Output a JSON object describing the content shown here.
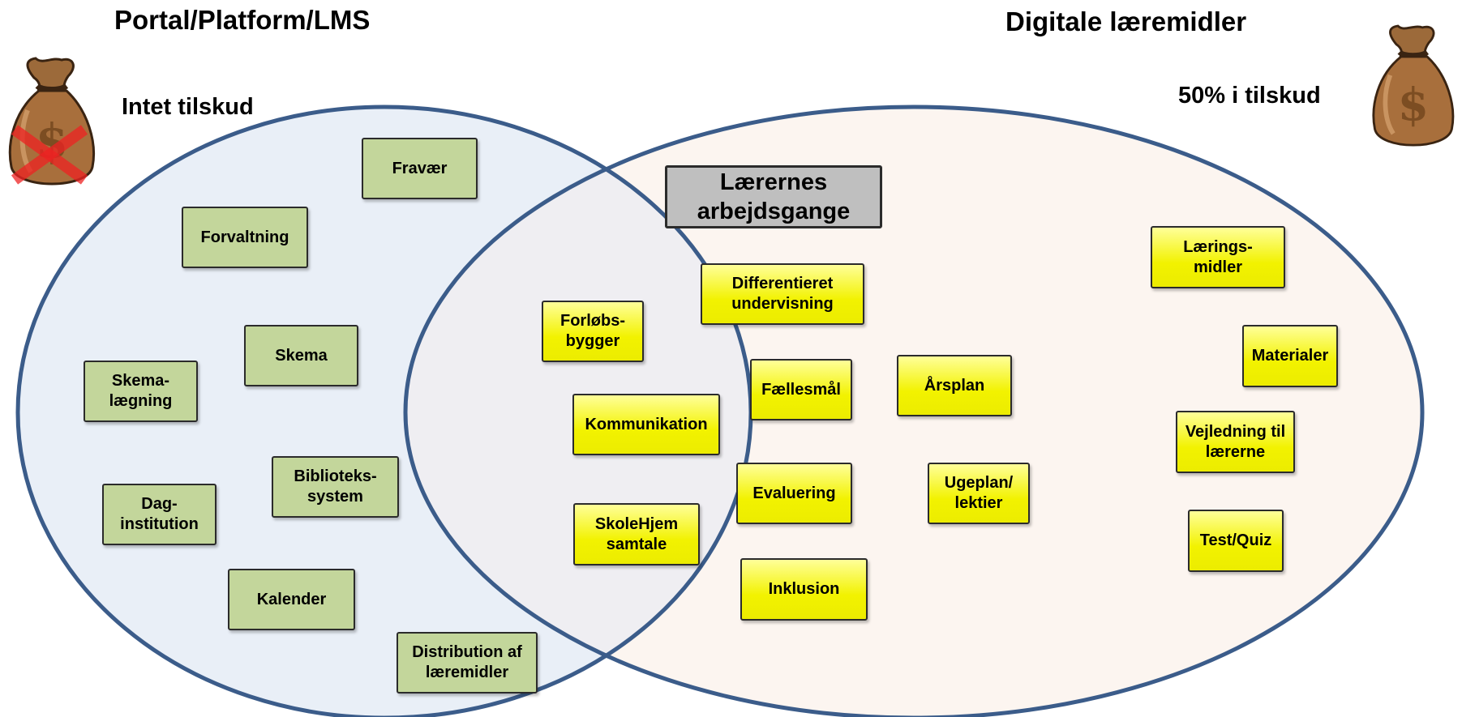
{
  "diagram": {
    "left_set": {
      "title": "Portal/Platform/LMS",
      "subtitle": "Intet tilskud",
      "items": [
        "Fravær",
        "Forvaltning",
        "Skema",
        "Skema-\nlægning",
        "Biblioteks-\nsystem",
        "Dag-\ninstitution",
        "Kalender",
        "Distribution af\nlæremidler"
      ]
    },
    "right_set": {
      "title": "Digitale læremidler",
      "subtitle": "50% i tilskud",
      "items": [
        "Lærings-\nmidler",
        "Materialer",
        "Vejledning til\nlærerne",
        "Test/Quiz"
      ]
    },
    "intersection": {
      "title": "Lærernes\narbejdsgange",
      "items": [
        "Differentieret\nundervisning",
        "Forløbs-\nbygger",
        "Fællesmål",
        "Årsplan",
        "Kommunikation",
        "Evaluering",
        "Ugeplan/\nlektier",
        "SkoleHjem\nsamtale",
        "Inklusion"
      ]
    },
    "colors": {
      "left_fill": "#e9eff7",
      "right_fill": "#fcf5f0",
      "overlap_fill": "#efeef2",
      "outline": "#3b5c8a",
      "green_box": "#c3d69b",
      "yellow_box": "#ffff33",
      "title_box": "#bfbfbf"
    },
    "icons": {
      "left": "money-bag-crossed-icon",
      "right": "money-bag-icon"
    }
  }
}
